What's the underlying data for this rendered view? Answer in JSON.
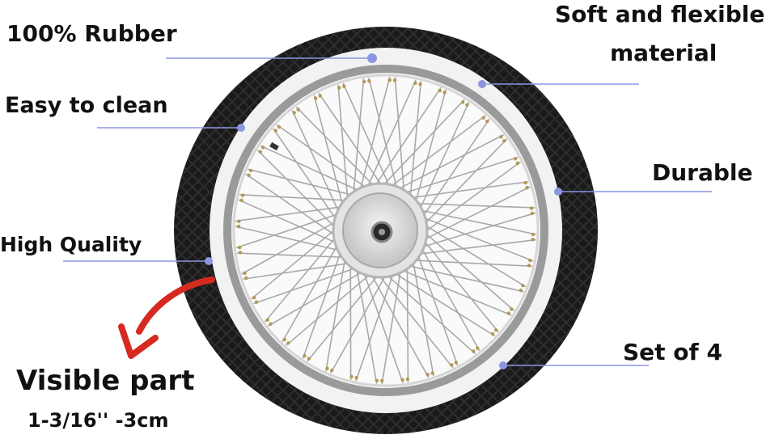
{
  "labels": {
    "rubber": "100% Rubber",
    "soft_line1": "Soft and flexible",
    "soft_line2": "material",
    "clean": "Easy to clean",
    "durable": "Durable",
    "quality": "High Quality",
    "set": "Set of 4",
    "visible": "Visible part",
    "size": "1-3/16'' -3cm"
  },
  "colors": {
    "tire": "#1a1a1a",
    "whitewall": "#f2f2f2",
    "rim": "#c9c9c9",
    "spoke": "#a8a8a8",
    "callout_line": "#8c96e0",
    "arrow": "#d62a21",
    "text": "#111111"
  },
  "icons": [
    "tire-image",
    "red-curved-arrow-icon"
  ]
}
